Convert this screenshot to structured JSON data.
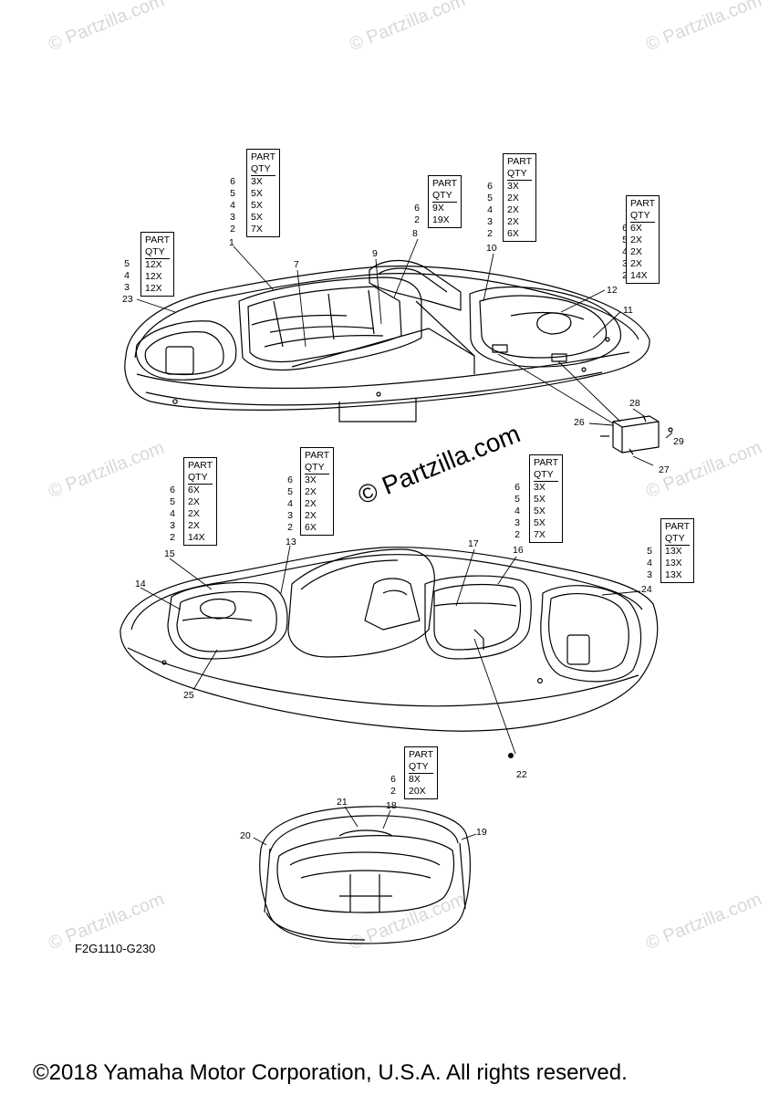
{
  "watermark": "© Partzilla.com",
  "watermark_small": "© Partzilla.com",
  "part_qty_header": [
    "PART",
    "QTY"
  ],
  "tables": [
    {
      "id": "t-top-1",
      "rows": [
        "12X",
        "12X",
        "12X"
      ],
      "refs": [
        "5",
        "4",
        "3"
      ]
    },
    {
      "id": "t-top-2",
      "rows": [
        "3X",
        "5X",
        "5X",
        "5X",
        "7X"
      ],
      "refs": [
        "6",
        "5",
        "4",
        "3",
        "2"
      ]
    },
    {
      "id": "t-top-3",
      "rows": [
        "9X",
        "19X"
      ],
      "refs": [
        "6",
        "2"
      ]
    },
    {
      "id": "t-top-4",
      "rows": [
        "3X",
        "2X",
        "2X",
        "2X",
        "6X"
      ],
      "refs": [
        "6",
        "5",
        "4",
        "3",
        "2"
      ]
    },
    {
      "id": "t-top-5",
      "rows": [
        "6X",
        "2X",
        "2X",
        "2X",
        "14X"
      ],
      "refs": [
        "6",
        "5",
        "4",
        "3",
        "2"
      ]
    },
    {
      "id": "t-mid-1",
      "rows": [
        "6X",
        "2X",
        "2X",
        "2X",
        "14X"
      ],
      "refs": [
        "6",
        "5",
        "4",
        "3",
        "2"
      ]
    },
    {
      "id": "t-mid-2",
      "rows": [
        "3X",
        "2X",
        "2X",
        "2X",
        "6X"
      ],
      "refs": [
        "6",
        "5",
        "4",
        "3",
        "2"
      ]
    },
    {
      "id": "t-mid-3",
      "rows": [
        "3X",
        "5X",
        "5X",
        "5X",
        "7X"
      ],
      "refs": [
        "6",
        "5",
        "4",
        "3",
        "2"
      ]
    },
    {
      "id": "t-mid-4",
      "rows": [
        "13X",
        "13X",
        "13X"
      ],
      "refs": [
        "5",
        "4",
        "3"
      ]
    },
    {
      "id": "t-bot-1",
      "rows": [
        "8X",
        "20X"
      ],
      "refs": [
        "6",
        "2"
      ]
    }
  ],
  "callouts": [
    "1",
    "7",
    "9",
    "8",
    "10",
    "12",
    "11",
    "23",
    "26",
    "28",
    "29",
    "27",
    "15",
    "13",
    "17",
    "16",
    "14",
    "24",
    "25",
    "22",
    "21",
    "18",
    "20",
    "19"
  ],
  "diagram_code": "F2G1110-G230",
  "copyright": "©2018 Yamaha Motor Corporation, U.S.A. All rights reserved."
}
